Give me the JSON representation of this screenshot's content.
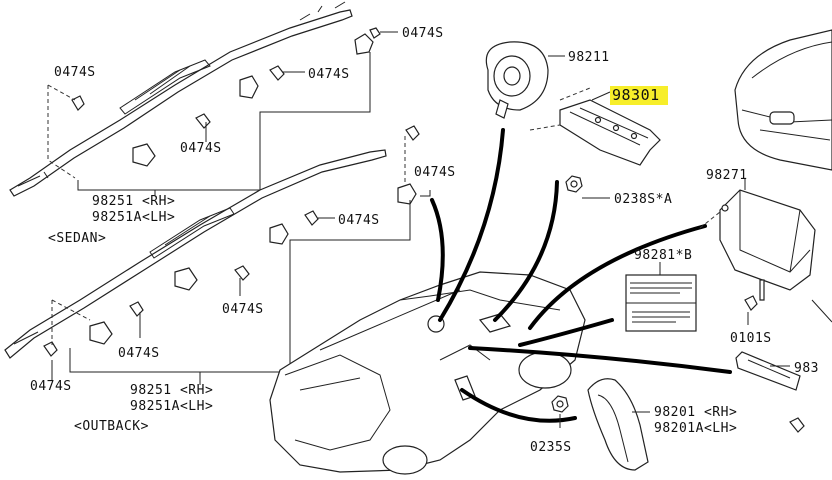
{
  "labels": {
    "bolt_0474s": "0474S",
    "curtain_sedan_rh": "98251 <RH>",
    "curtain_sedan_lh": "98251A<LH>",
    "sedan": "<SEDAN>",
    "curtain_outback_rh": "98251 <RH>",
    "curtain_outback_lh": "98251A<LH>",
    "outback": "<OUTBACK>",
    "driver_airbag": "98211",
    "passenger_bracket": "98301",
    "nut_0238s": "0238S*A",
    "passenger_airbag": "98271",
    "caution_label": "98281*B",
    "bolt_0101s": "0101S",
    "knee_partial": "983",
    "seat_airbag_rh": "98201 <RH>",
    "seat_airbag_lh": "98201A<LH>",
    "nut_0235s": "0235S"
  },
  "highlight_color": "#f7ee2a"
}
